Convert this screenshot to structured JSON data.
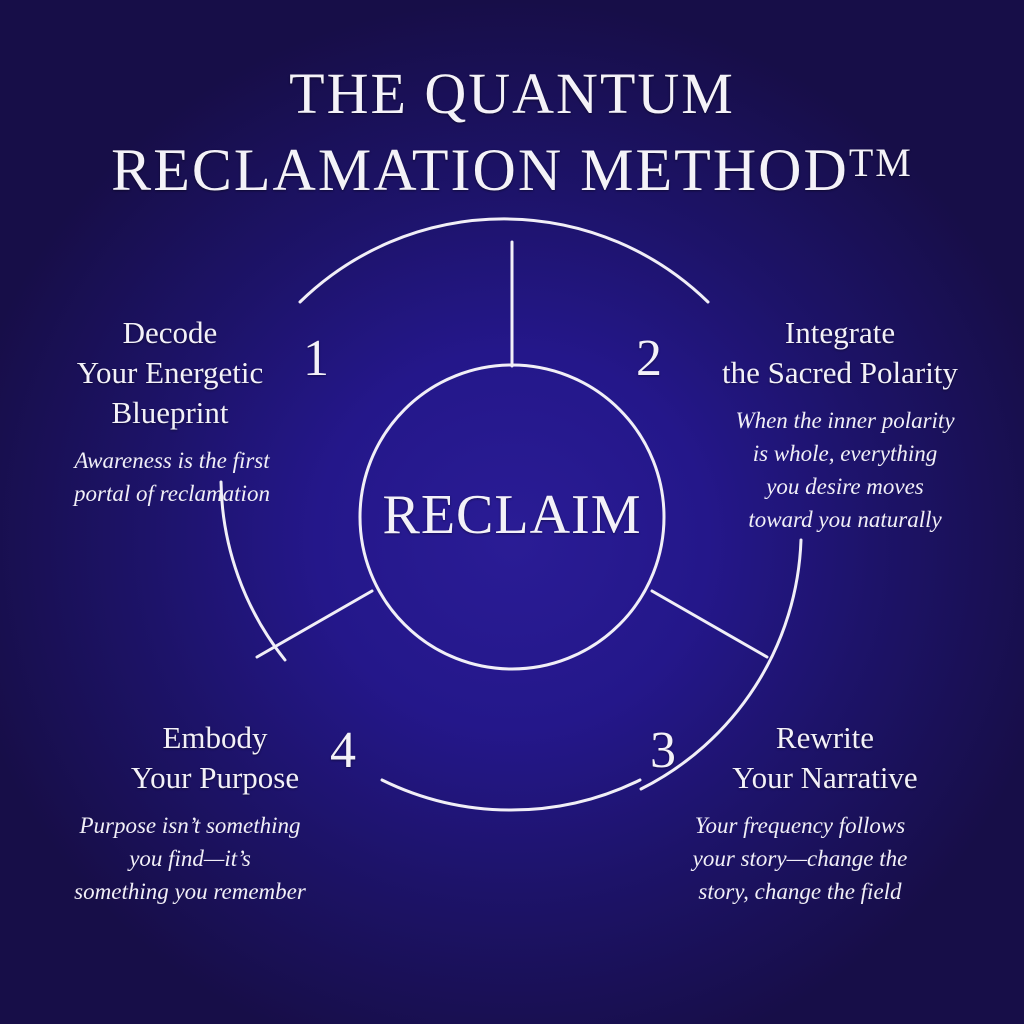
{
  "title": {
    "line1": "THE QUANTUM",
    "line2": "RECLAMATION METHOD",
    "trademark": "TM"
  },
  "center": {
    "label": "RECLAIM"
  },
  "colors": {
    "background_center": "#2a1c95",
    "background_edge": "#170e48",
    "text": "#f3f1f8",
    "lines": "#f1eff7"
  },
  "steps": [
    {
      "number": "1",
      "title_lines": [
        "Decode",
        "Your Energetic",
        "Blueprint"
      ],
      "desc_lines": [
        "Awareness is the first",
        "portal of reclamation"
      ]
    },
    {
      "number": "2",
      "title_lines": [
        "Integrate",
        "the Sacred Polarity"
      ],
      "desc_lines": [
        "When the inner polarity",
        "is whole, everything",
        "you desire moves",
        "toward you naturally"
      ]
    },
    {
      "number": "3",
      "title_lines": [
        "Rewrite",
        "Your Narrative"
      ],
      "desc_lines": [
        "Your frequency follows",
        "your story—change the",
        "story, change the field"
      ]
    },
    {
      "number": "4",
      "title_lines": [
        "Embody",
        "Your Purpose"
      ],
      "desc_lines": [
        "Purpose isn’t something",
        "you find—it’s",
        "something you remember"
      ]
    }
  ]
}
